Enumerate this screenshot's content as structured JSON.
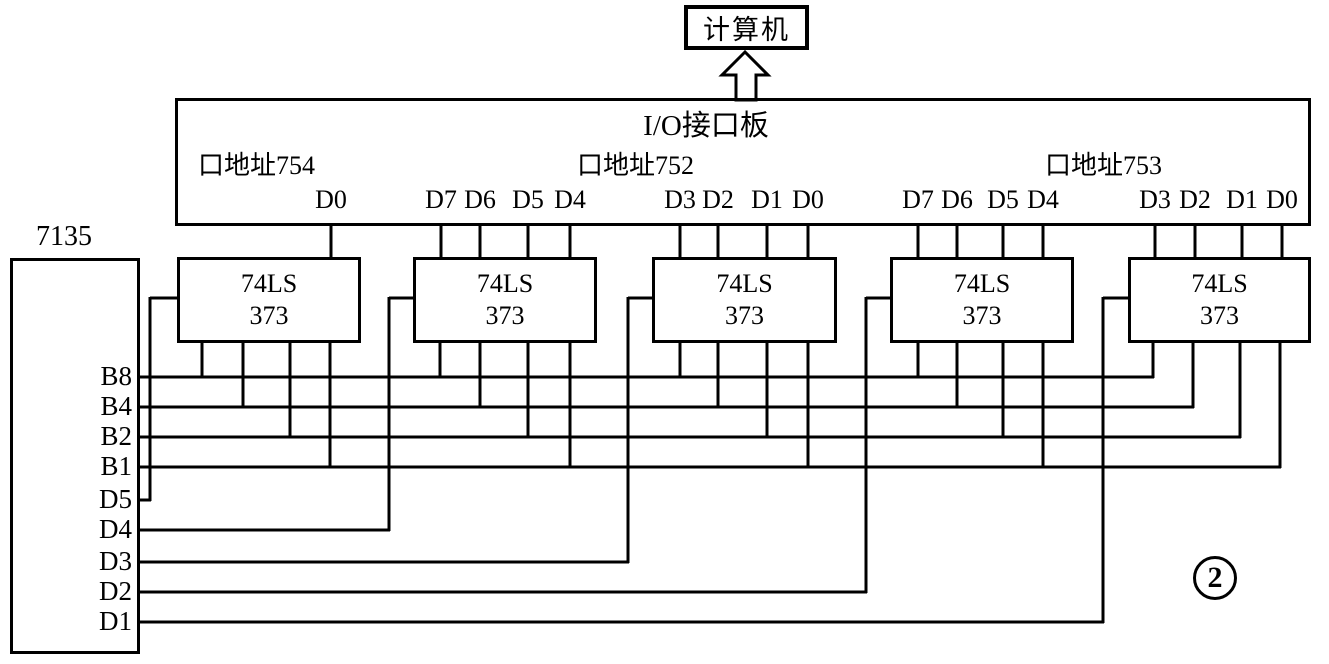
{
  "figure": {
    "number": "2",
    "ink": "#000000",
    "background": "#ffffff"
  },
  "computer": {
    "label": "计算机"
  },
  "io_board": {
    "title": "I/O接口板",
    "ports": [
      {
        "address_label": "口地址754",
        "pins": [
          "D0"
        ]
      },
      {
        "address_label": "口地址752",
        "pins": [
          "D7",
          "D6",
          "D5",
          "D4",
          "D3",
          "D2",
          "D1",
          "D0"
        ]
      },
      {
        "address_label": "口地址753",
        "pins": [
          "D7",
          "D6",
          "D5",
          "D4",
          "D3",
          "D2",
          "D1",
          "D0"
        ]
      }
    ]
  },
  "latches": [
    {
      "line1": "74LS",
      "line2": "373"
    },
    {
      "line1": "74LS",
      "line2": "373"
    },
    {
      "line1": "74LS",
      "line2": "373"
    },
    {
      "line1": "74LS",
      "line2": "373"
    },
    {
      "line1": "74LS",
      "line2": "373"
    }
  ],
  "adc": {
    "label": "7135",
    "pins": [
      "B8",
      "B4",
      "B2",
      "B1",
      "D5",
      "D4",
      "D3",
      "D2",
      "D1"
    ]
  }
}
